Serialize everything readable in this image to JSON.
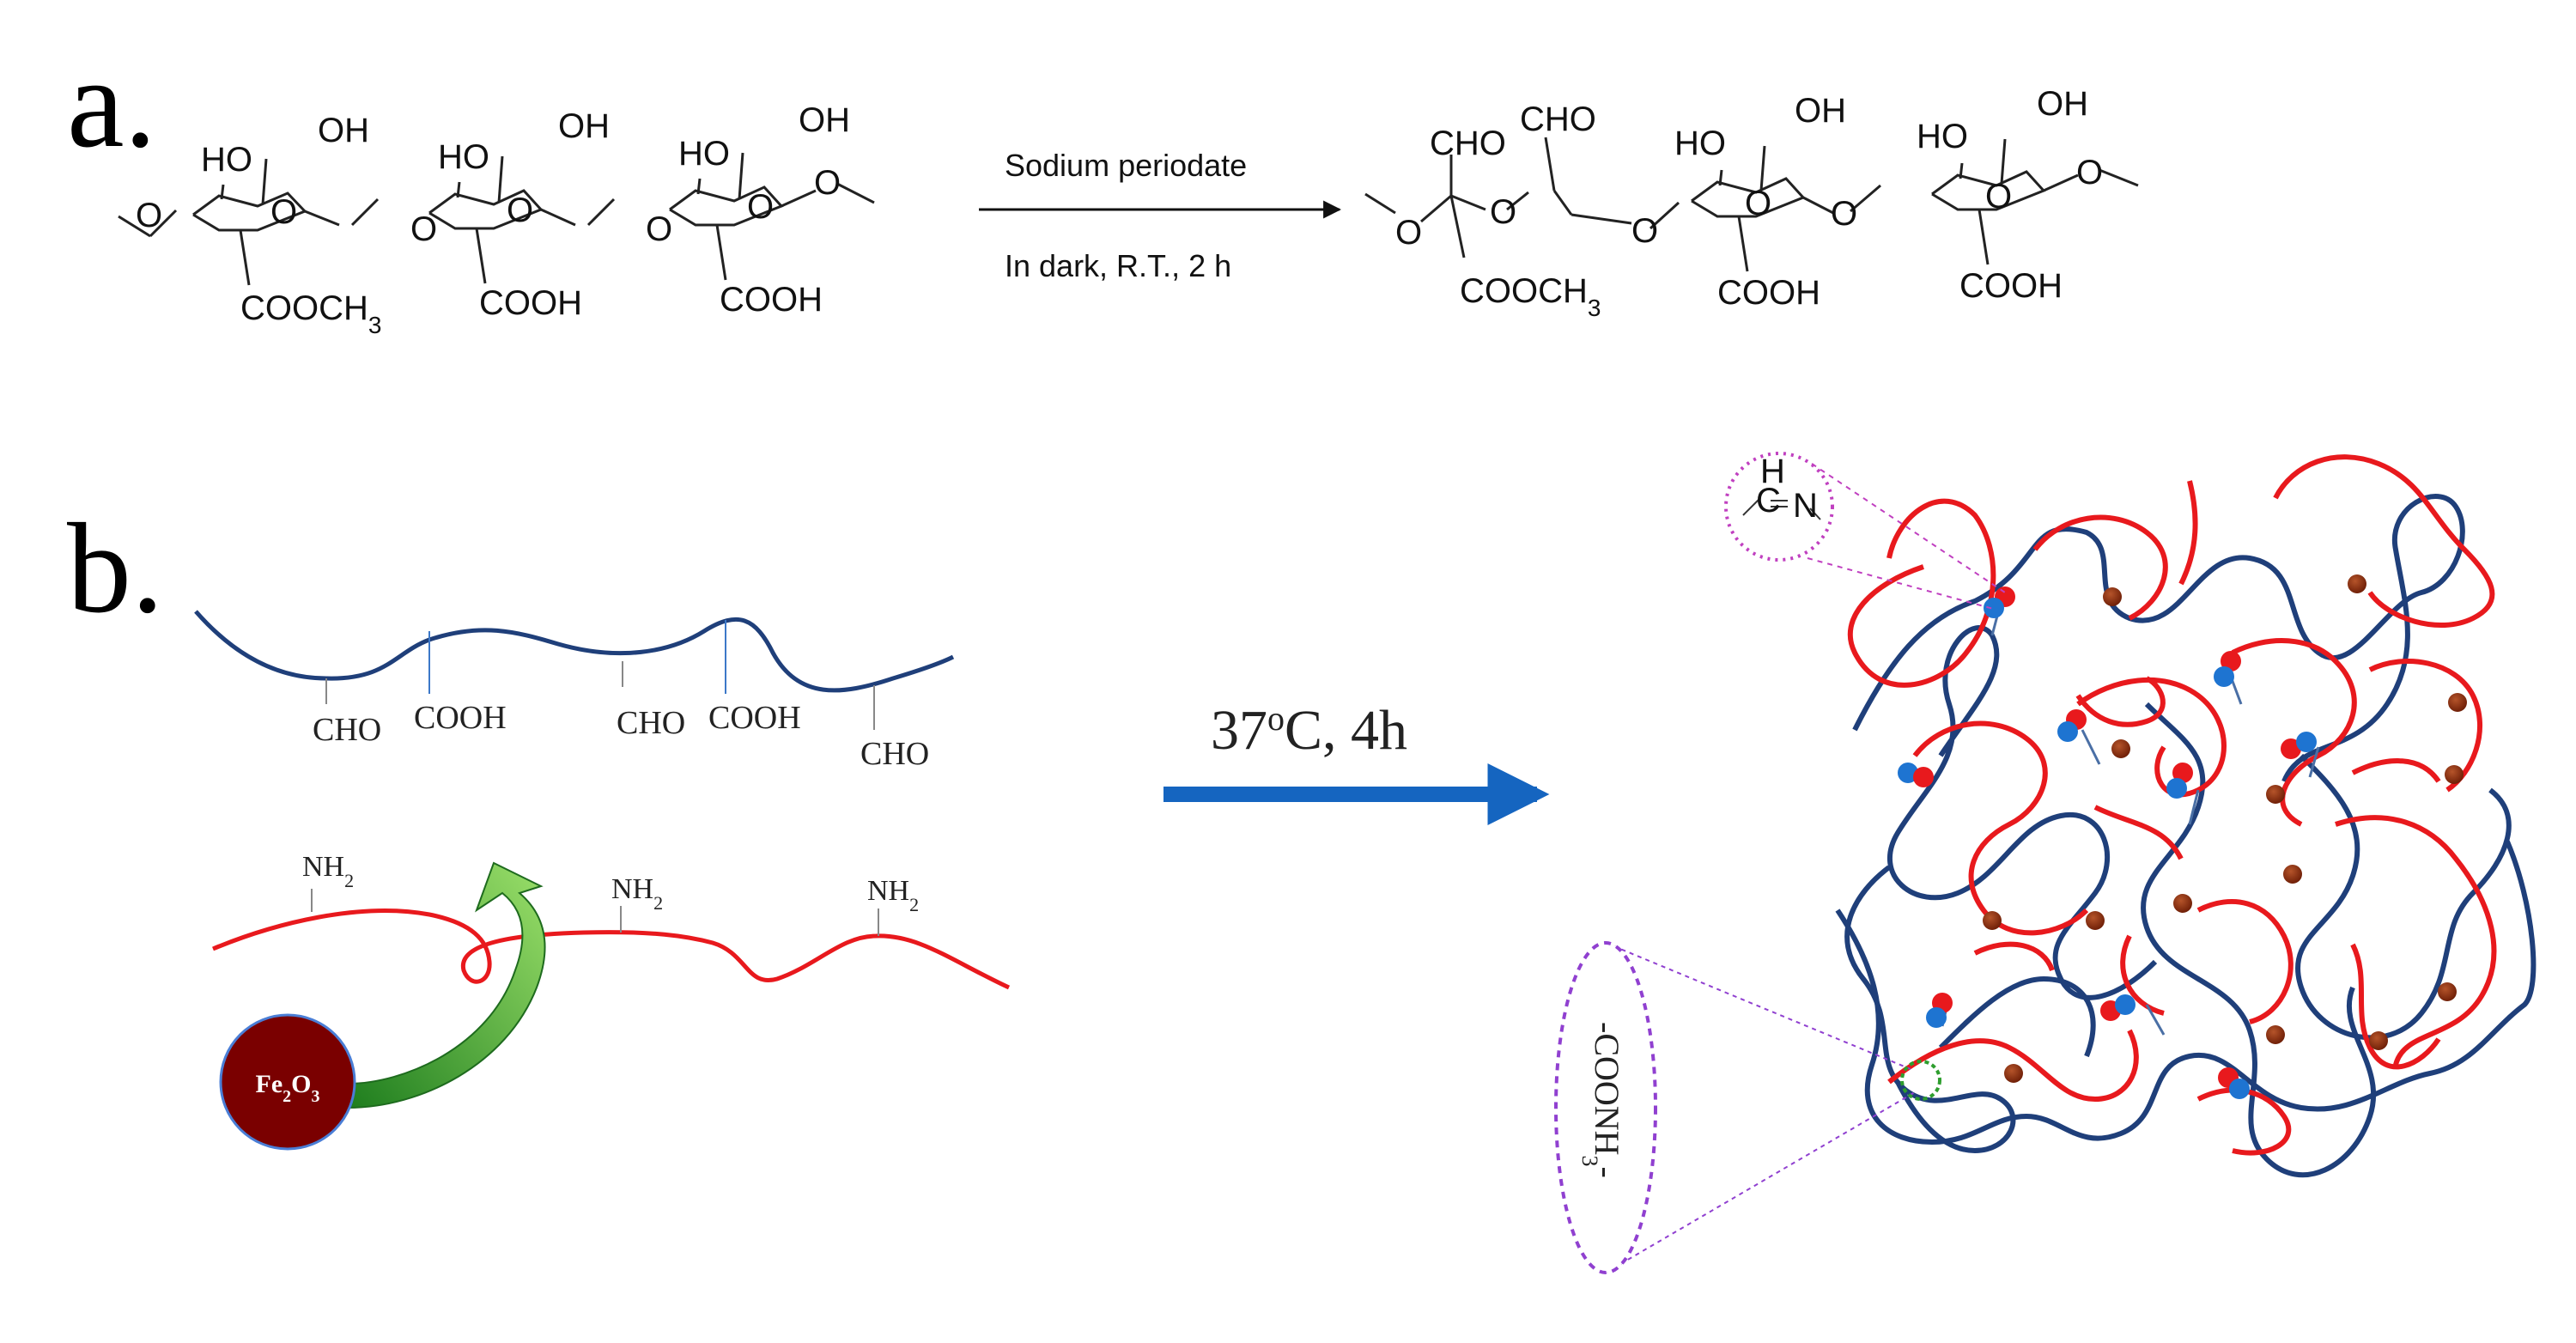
{
  "panel_a": {
    "label": "a.",
    "reactant": {
      "units": [
        {
          "oh_top": "OH",
          "ho_top": "HO",
          "substituent": "COOCH",
          "substituent_sub": "3"
        },
        {
          "oh_top": "OH",
          "ho_top": "HO",
          "substituent": "COOH",
          "substituent_sub": ""
        },
        {
          "oh_top": "OH",
          "ho_top": "HO",
          "substituent": "COOH",
          "substituent_sub": ""
        }
      ]
    },
    "arrow": {
      "reagent": "Sodium periodate",
      "conditions": "In dark, R.T., 2 h"
    },
    "product": {
      "opened_unit": {
        "cho_1": "CHO",
        "cho_2": "CHO",
        "substituent": "COOCH",
        "substituent_sub": "3"
      },
      "units": [
        {
          "oh_top": "OH",
          "ho_top": "HO",
          "substituent": "COOH",
          "substituent_sub": ""
        },
        {
          "oh_top": "OH",
          "ho_top": "HO",
          "substituent": "COOH",
          "substituent_sub": ""
        }
      ]
    },
    "ring_oxygen": "O",
    "linker_oxygen": "O"
  },
  "panel_b": {
    "label": "b.",
    "dialdehyde_chain": {
      "groups": [
        "CHO",
        "COOH",
        "CHO",
        "COOH",
        "CHO"
      ],
      "color": "#1f3f7a"
    },
    "amine_chain": {
      "group": "NH",
      "group_sub": "2",
      "color": "#e8191d"
    },
    "nanoparticle": {
      "label_main": "Fe",
      "sub1": "2",
      "mid": "O",
      "sub2": "3",
      "color": "#7a0000"
    },
    "arrow_label": {
      "main": "37",
      "sup": "o",
      "rest": "C, 4h"
    },
    "arrow_color": "#1565c0",
    "inset_imine": {
      "h": "H",
      "c": "C",
      "eq": "=",
      "n": "N"
    },
    "inset_amide": "-COONH",
    "inset_amide_sub": "3",
    "inset_amide_tail": "-"
  }
}
